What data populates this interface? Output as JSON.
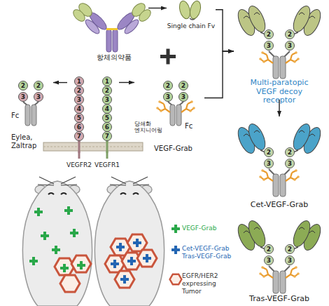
{
  "diagram": {
    "nodes": [
      {
        "text": [
          "항체의약품"
        ]
      },
      {
        "text": [
          "Single chain Fv"
        ]
      },
      {
        "text": [
          "Fc",
          "Eylea, Zaltrap"
        ]
      },
      {
        "text": [
          "VEGFR2"
        ]
      },
      {
        "text": [
          "VEGFR1"
        ]
      },
      {
        "text": [
          "당쇄화 엔지니어링",
          "Fc",
          "VEGF-Grab"
        ]
      },
      {
        "text": [
          "Multi-paratopic VEGF decoy receptor"
        ]
      },
      {
        "text": [
          "Cet-VEGF-Grab"
        ]
      },
      {
        "text": [
          "Tras-VEGF-Grab"
        ]
      }
    ],
    "edges": [
      {
        "from": 0,
        "to": 1,
        "arrow": "to"
      },
      {
        "from": 3,
        "to": 2,
        "arrow": "to"
      },
      {
        "from": 4,
        "to": 5,
        "arrow": "to"
      },
      {
        "from": 1,
        "to": 6,
        "arrow": "to"
      },
      {
        "from": 5,
        "to": 6,
        "arrow": "to"
      },
      {
        "from": 6,
        "to": 7,
        "arrow": "to"
      }
    ],
    "labels": [
      "1",
      "2",
      "3",
      "4",
      "5",
      "6",
      "7",
      "1",
      "2",
      "3",
      "4",
      "5",
      "6",
      "7",
      "2",
      "3",
      "2",
      "3",
      "2",
      "3",
      "2",
      "3",
      "2",
      "3",
      "2",
      "3",
      "2",
      "3",
      "2",
      "3",
      "2",
      "3",
      "2",
      "3"
    ],
    "legend": [
      {
        "text": "VEGF-Grab",
        "color": "#2aa84a"
      },
      {
        "text": "Cet-VEGF-Grab Tras-VEGF-Grab",
        "color": "#2466b3"
      },
      {
        "text": "EGFR/HER2 expressing Tumor"
      }
    ]
  }
}
